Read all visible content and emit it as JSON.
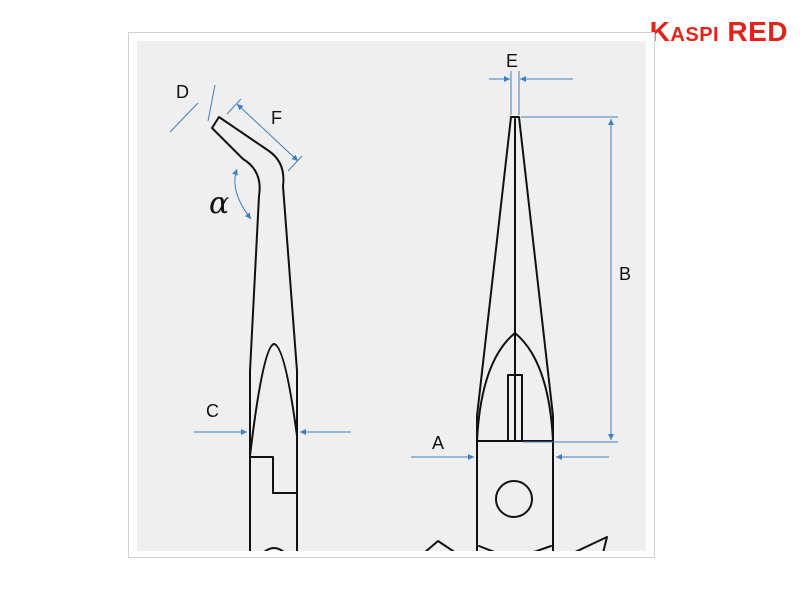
{
  "brand": {
    "first_letter": "K",
    "small_caps": "ASPI",
    "red": "RED",
    "color": "#e2231a"
  },
  "diagram": {
    "labels": {
      "D": "D",
      "F": "F",
      "alpha": "α",
      "C": "C",
      "E": "E",
      "B": "B",
      "A": "A"
    },
    "colors": {
      "outline": "#111111",
      "dimension": "#3e7fc1",
      "background": "#efefef"
    }
  }
}
